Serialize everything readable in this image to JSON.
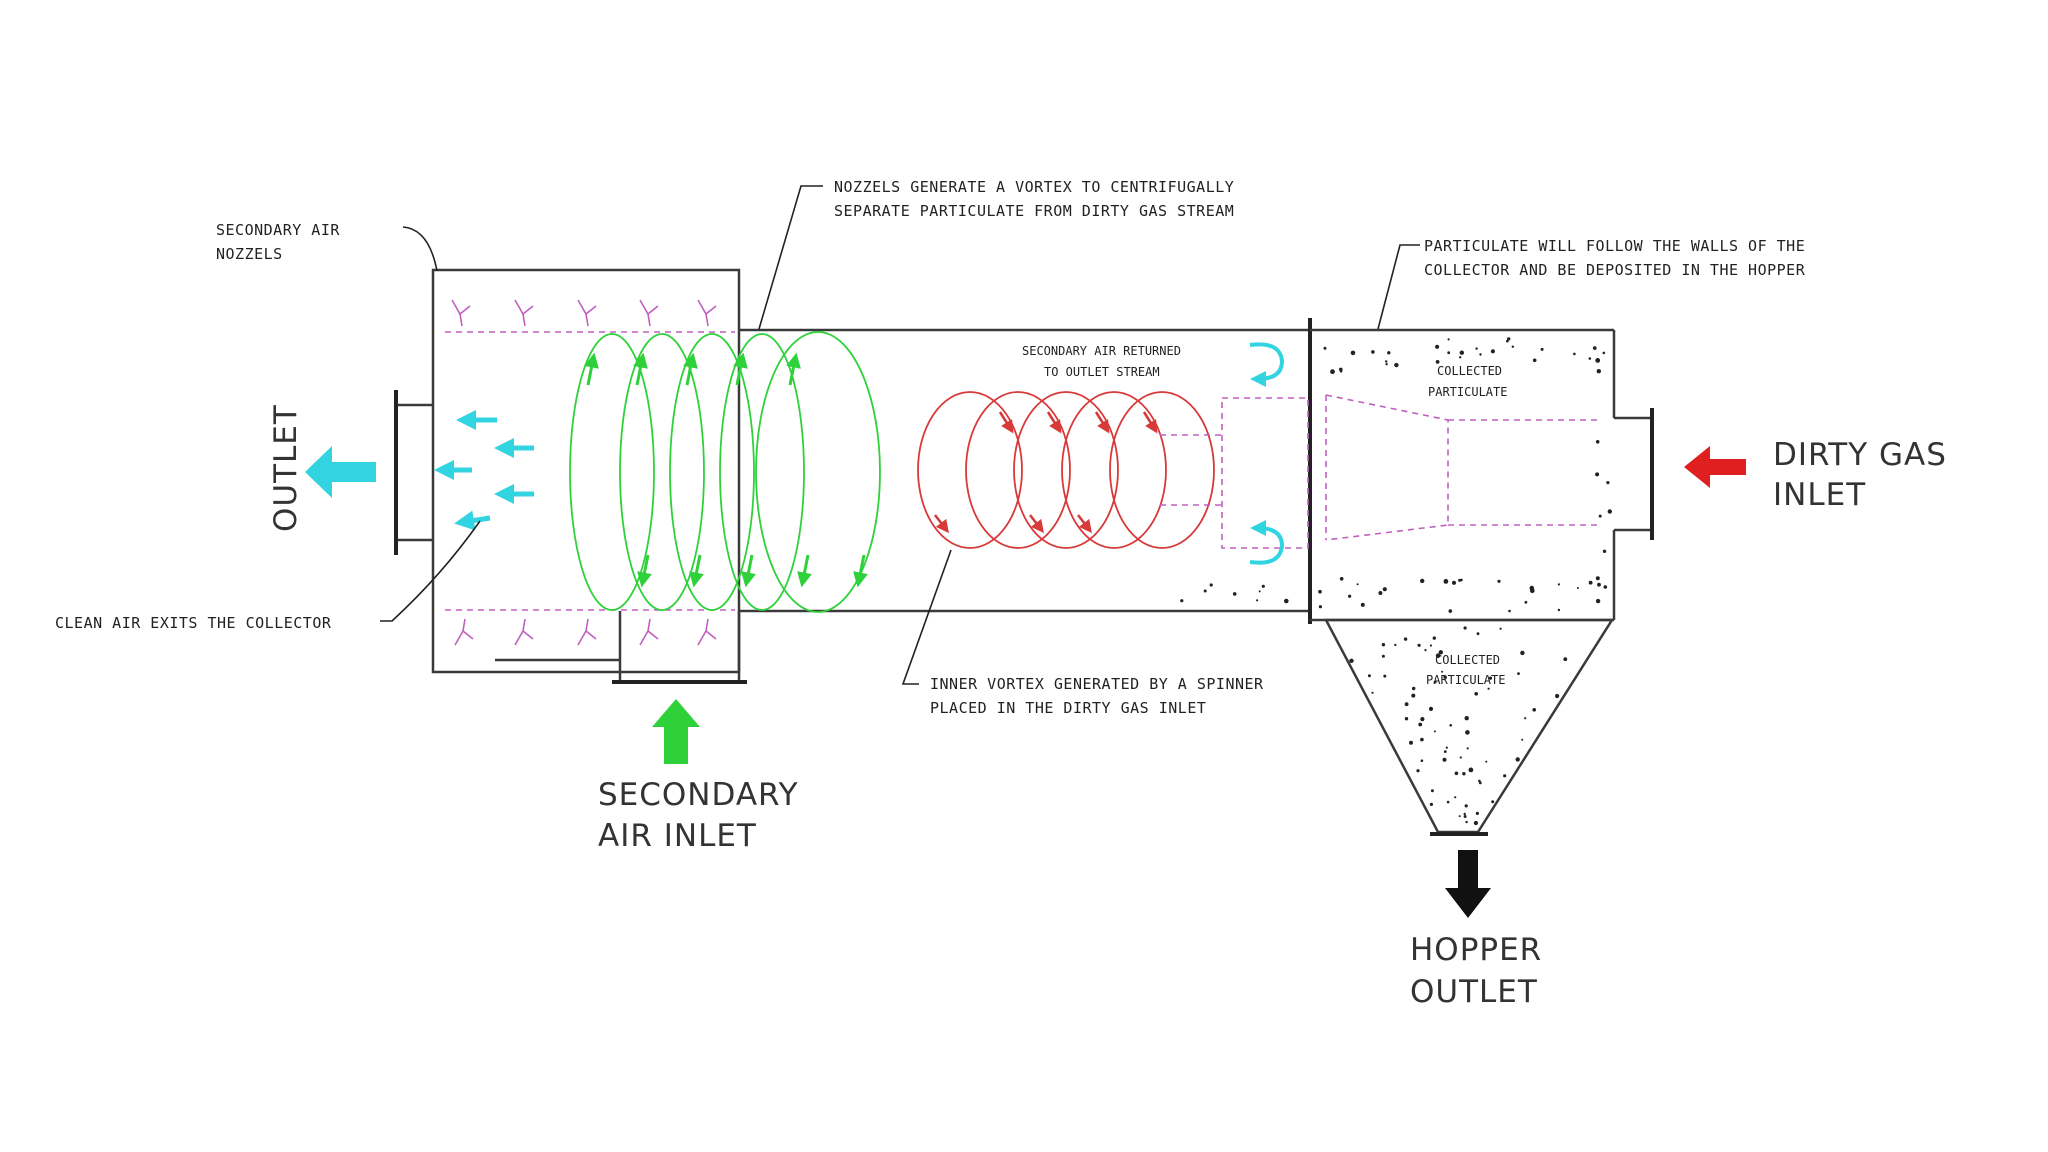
{
  "labels": {
    "outlet": "OUTLET",
    "dirty_gas_inlet_line1": "DIRTY GAS",
    "dirty_gas_inlet_line2": "INLET",
    "secondary_air_inlet_line1": "SECONDARY",
    "secondary_air_inlet_line2": "AIR INLET",
    "hopper_outlet_line1": "HOPPER",
    "hopper_outlet_line2": "OUTLET"
  },
  "notes": {
    "secondary_air_nozzles_line1": "SECONDARY AIR",
    "secondary_air_nozzles_line2": "NOZZELS",
    "nozzles_vortex_line1": "NOZZELS GENERATE A VORTEX TO CENTRIFUGALLY",
    "nozzles_vortex_line2": "SEPARATE PARTICULATE FROM DIRTY GAS STREAM",
    "particulate_walls_line1": "PARTICULATE WILL FOLLOW THE WALLS OF THE",
    "particulate_walls_line2": "COLLECTOR AND BE DEPOSITED IN THE HOPPER",
    "secondary_air_returned_line1": "SECONDARY AIR RETURNED",
    "secondary_air_returned_line2": "TO OUTLET STREAM",
    "collected_particulate_top_line1": "COLLECTED",
    "collected_particulate_top_line2": "PARTICULATE",
    "collected_particulate_hopper_line1": "COLLECTED",
    "collected_particulate_hopper_line2": "PARTICULATE",
    "clean_air_exits": "CLEAN AIR EXITS THE COLLECTOR",
    "inner_vortex_line1": "INNER VORTEX GENERATED BY A SPINNER",
    "inner_vortex_line2": "PLACED IN THE DIRTY GAS INLET"
  },
  "colors": {
    "outlet_flow": "#31d4e0",
    "secondary_air_flow": "#2fd13a",
    "dirty_gas_flow": "#e02020",
    "hopper_flow": "#111111",
    "inner_vortex": "#d83a3a",
    "nozzle_dashes": "#c060c0"
  }
}
